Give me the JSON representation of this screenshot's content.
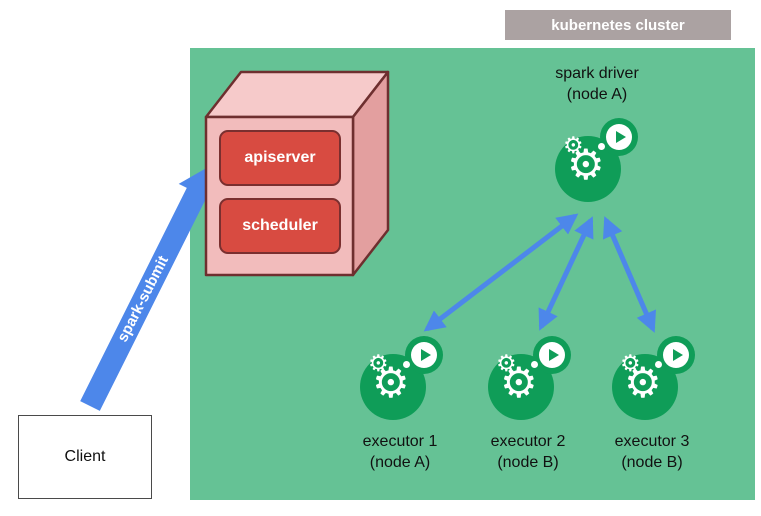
{
  "title": "kubernetes cluster",
  "client": {
    "label": "Client"
  },
  "spark_submit": {
    "label": "spark-submit"
  },
  "control_plane": {
    "apiserver_label": "apiserver",
    "scheduler_label": "scheduler"
  },
  "driver": {
    "name": "spark driver",
    "node": "(node A)"
  },
  "executors": [
    {
      "name": "executor 1",
      "node": "(node A)"
    },
    {
      "name": "executor 2",
      "node": "(node B)"
    },
    {
      "name": "executor 3",
      "node": "(node B)"
    }
  ],
  "icons": {
    "gear": "⚙"
  },
  "colors": {
    "cluster_bg": "#65c295",
    "arrow_blue": "#4d87ea",
    "icon_green": "#0f9d58",
    "button_red": "#d84b41",
    "cube_pink": "#f2bcbc",
    "cube_border": "#6e2f2f",
    "label_gray": "#aba2a2"
  }
}
